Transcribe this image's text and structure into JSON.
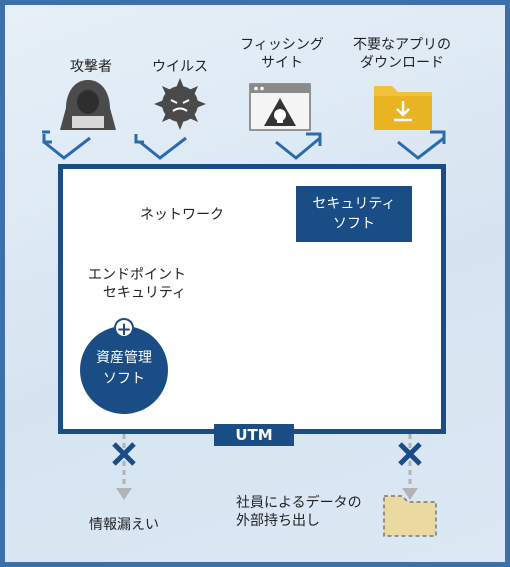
{
  "threats": [
    {
      "name": "attacker",
      "label_lines": [
        "攻撃者"
      ]
    },
    {
      "name": "virus",
      "label_lines": [
        "ウイルス"
      ]
    },
    {
      "name": "phishing-site",
      "label_lines": [
        "フィッシング",
        "サイト"
      ]
    },
    {
      "name": "unwanted-app-download",
      "label_lines": [
        "不要なアプリの",
        "ダウンロード"
      ]
    }
  ],
  "network_label": "ネットワーク",
  "security_soft_lines": [
    "セキュリティ",
    "ソフト"
  ],
  "endpoint_lines": [
    "エンドポイント",
    "セキュリティ"
  ],
  "asset_lines": [
    "資産管理",
    "ソフト"
  ],
  "utm_label": "UTM",
  "info_leak_label": "情報漏えい",
  "external_export_lines": [
    "社員によるデータの",
    "外部持ち出し"
  ],
  "icons": {
    "attacker": "hooded-hacker-icon",
    "virus": "virus-icon",
    "phishing": "skull-browser-icon",
    "download": "download-folder-icon",
    "server": "server-icon",
    "laptop": "shield-laptop-icon",
    "monitor": "shield-monitor-icon",
    "printer": "printer-icon",
    "factory": "conveyor-robot-icon",
    "folder": "folder-icon",
    "block": "x-block-icon"
  },
  "colors": {
    "primary": "#1a4c86",
    "chevron": "#2a6bb0",
    "shield": "#2a6bb0",
    "folder": "#f1c13a"
  }
}
